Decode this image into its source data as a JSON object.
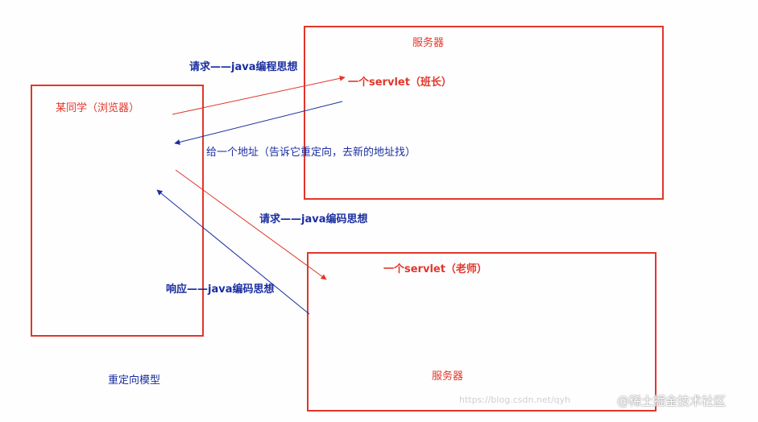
{
  "diagram": {
    "browser_label": "某同学（浏览器）",
    "server1_title": "服务器",
    "servlet1_label": "一个servlet（班长）",
    "server2_title": "服务器",
    "servlet2_label": "一个servlet（老师）",
    "request1_label": "请求——java编程思想",
    "redirect_label": "给一个地址（告诉它重定向，去新的地址找）",
    "request2_label": "请求——java编码思想",
    "response_label": "响应——java编码思想",
    "caption": "重定向模型"
  },
  "watermark": "https://blog.csdn.net/qyh",
  "credit": "@稀土掘金技术社区",
  "colors": {
    "box_border": "#e2362b",
    "red_arrow": "#e2362b",
    "blue_arrow": "#1b2ea0",
    "red_text": "#e2362b",
    "blue_text": "#1b2ea0"
  }
}
